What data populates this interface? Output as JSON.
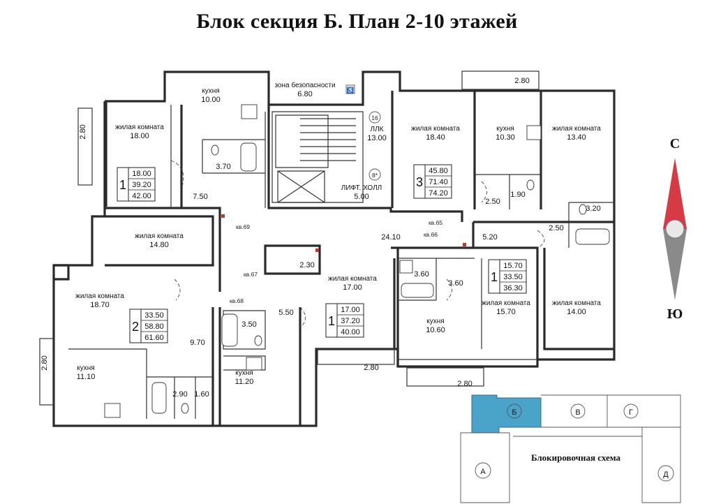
{
  "title": "Блок секция Б. План 2-10 этажей",
  "rooms": [
    {
      "id": "a1-kitchen",
      "name": "кухня",
      "area": "10.00"
    },
    {
      "id": "a1-living",
      "name": "жилая комната",
      "area": "18.00"
    },
    {
      "id": "a1-bath",
      "area": "3.70"
    },
    {
      "id": "a1-hall",
      "area": "7.50"
    },
    {
      "id": "safety",
      "name": "зона безопасности",
      "area": "6.80"
    },
    {
      "id": "llk",
      "name": "ЛЛК",
      "area": "13.00",
      "marker": "16"
    },
    {
      "id": "lift",
      "name": "ЛИФТ. ХОЛЛ",
      "area": "5.00",
      "marker": "8*"
    },
    {
      "id": "a3-living1",
      "name": "жилая комната",
      "area": "18.40"
    },
    {
      "id": "a3-kitchen",
      "name": "кухня",
      "area": "10.30"
    },
    {
      "id": "a3-living2",
      "name": "жилая комната",
      "area": "13.40"
    },
    {
      "id": "a3-hall",
      "area": "2.50"
    },
    {
      "id": "a3-wc",
      "area": "1.90"
    },
    {
      "id": "a3-bath",
      "area": "3.20"
    },
    {
      "id": "a3-hall2",
      "area": "2.50"
    },
    {
      "id": "corridor",
      "area": "24.10"
    },
    {
      "id": "a1r-hall",
      "area": "5.20"
    },
    {
      "id": "a2-living1",
      "name": "жилая комната",
      "area": "14.80"
    },
    {
      "id": "a2-living2",
      "name": "жилая комната",
      "area": "18.70"
    },
    {
      "id": "a2-hall",
      "area": "9.70"
    },
    {
      "id": "a2-kitchen",
      "name": "кухня",
      "area": "11.10"
    },
    {
      "id": "a2-bath",
      "area": "2.90"
    },
    {
      "id": "a2-wc",
      "area": "1.60"
    },
    {
      "id": "a1c-store",
      "area": "2.30"
    },
    {
      "id": "a1c-living",
      "name": "жилая комната",
      "area": "17.00"
    },
    {
      "id": "a1c-bath",
      "area": "3.50"
    },
    {
      "id": "a1c-hall",
      "area": "5.50"
    },
    {
      "id": "a1c-kitchen",
      "name": "кухня",
      "area": "11.20"
    },
    {
      "id": "a1r-bath",
      "area": "3.60"
    },
    {
      "id": "a1r-hall2",
      "area": "3.60"
    },
    {
      "id": "a1r-kitchen",
      "name": "кухня",
      "area": "10.60"
    },
    {
      "id": "a1r-living",
      "name": "жилая комната",
      "area": "15.70"
    },
    {
      "id": "a3r-living",
      "name": "жилая комната",
      "area": "14.00"
    }
  ],
  "apartments": [
    {
      "id": "apt-a",
      "rooms": "1",
      "vals": [
        "18.00",
        "39.20",
        "42.00"
      ]
    },
    {
      "id": "apt-b",
      "rooms": "3",
      "vals": [
        "45.80",
        "71.40",
        "74.20"
      ]
    },
    {
      "id": "apt-c",
      "rooms": "2",
      "vals": [
        "33.50",
        "58.80",
        "61.60"
      ]
    },
    {
      "id": "apt-d",
      "rooms": "1",
      "vals": [
        "17.00",
        "37.20",
        "40.00"
      ]
    },
    {
      "id": "apt-e",
      "rooms": "1",
      "vals": [
        "15.70",
        "33.50",
        "36.30"
      ]
    }
  ],
  "balconies": [
    "2.80",
    "2.80",
    "2.80",
    "2.80",
    "2.80"
  ],
  "apartment_refs": [
    "кв.69",
    "кв.65",
    "кв.66",
    "кв.67",
    "кв.68"
  ],
  "compass": {
    "north": "С",
    "south": "Ю",
    "north_color": "#d83a45",
    "south_color": "#8a8a8a"
  },
  "scheme": {
    "label": "Блокировочная схема",
    "sections": [
      "А",
      "Б",
      "В",
      "Г",
      "Д"
    ],
    "highlight": "Б",
    "highlight_color": "#4aa3c8"
  }
}
